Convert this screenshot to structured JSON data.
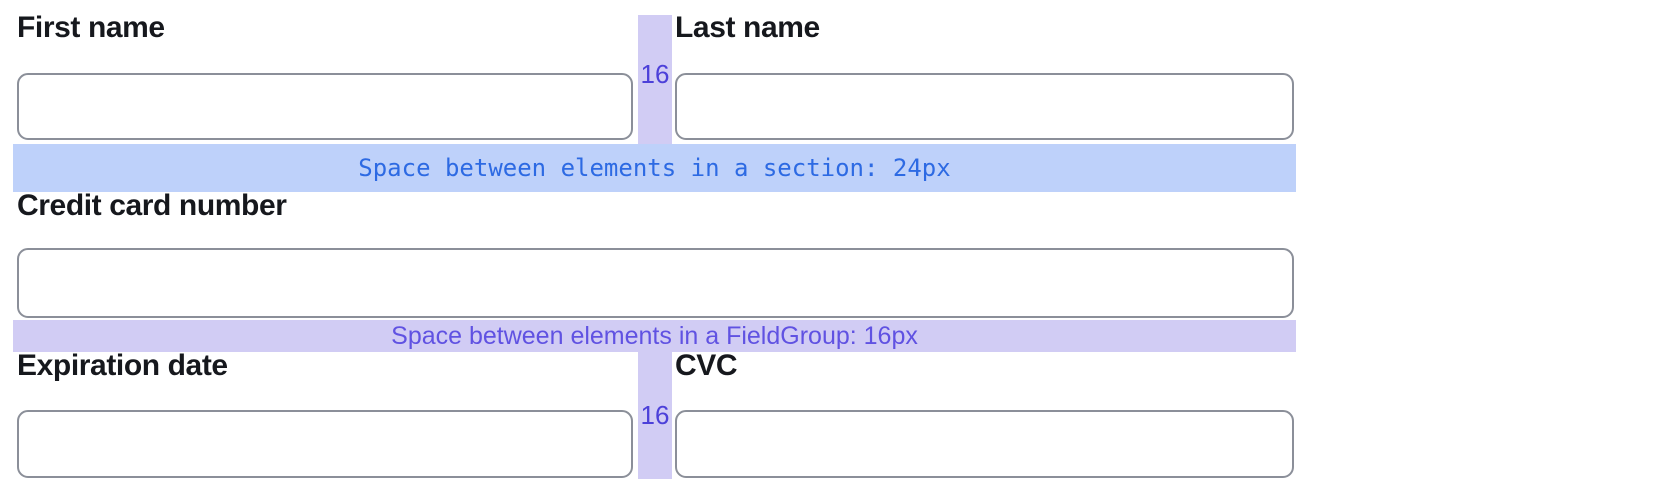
{
  "form": {
    "fields": {
      "first_name": {
        "label": "First name",
        "value": "",
        "placeholder": ""
      },
      "last_name": {
        "label": "Last name",
        "value": "",
        "placeholder": ""
      },
      "credit_card_number": {
        "label": "Credit card number",
        "value": "",
        "placeholder": ""
      },
      "expiration_date": {
        "label": "Expiration date",
        "value": "",
        "placeholder": ""
      },
      "cvc": {
        "label": "CVC",
        "value": "",
        "placeholder": ""
      }
    }
  },
  "annotations": {
    "section_gap": {
      "text": "Space between elements in a section: 24px",
      "band_color": "#bed1fa",
      "text_color": "#2d6ae3"
    },
    "fieldgroup_gap": {
      "text": "Space between elements in a FieldGroup: 16px",
      "band_color": "#d1ccf4",
      "text_color": "#6052e2"
    },
    "column_gap_top": {
      "text": "16",
      "strip_color": "#d1ccf4",
      "text_color": "#4c40d9"
    },
    "column_gap_bottom": {
      "text": "16",
      "strip_color": "#d1ccf4",
      "text_color": "#4c40d9"
    }
  },
  "colors": {
    "background": "#ffffff",
    "input_border": "#8b8f99",
    "label_text": "#16181d"
  }
}
